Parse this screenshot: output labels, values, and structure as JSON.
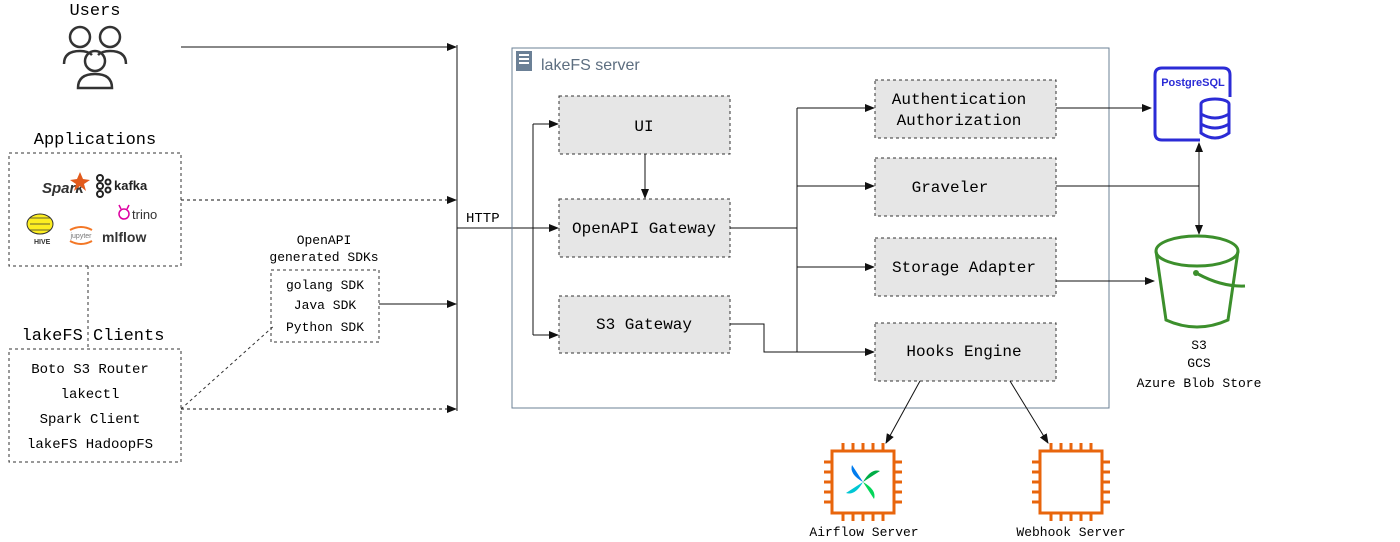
{
  "users": {
    "label": "Users"
  },
  "applications": {
    "label": "Applications",
    "logos": [
      "Spark",
      "kafka",
      "trino",
      "HIVE",
      "jupyter",
      "mlflow"
    ]
  },
  "clients": {
    "label": "lakeFS Clients",
    "items": [
      "Boto S3 Router",
      "lakectl",
      "Spark Client",
      "lakeFS HadoopFS"
    ]
  },
  "sdks": {
    "label_line1": "OpenAPI",
    "label_line2": "generated SDKs",
    "items": [
      "golang SDK",
      "Java SDK",
      "Python SDK"
    ]
  },
  "http_label": "HTTP",
  "server": {
    "title": "lakeFS server",
    "ui": "UI",
    "openapi_gateway": "OpenAPI Gateway",
    "s3_gateway": "S3 Gateway",
    "auth_line1": "Authentication",
    "auth_line2": "Authorization",
    "graveler": "Graveler",
    "storage_adapter": "Storage Adapter",
    "hooks_engine": "Hooks Engine"
  },
  "postgres": {
    "label": "PostgreSQL"
  },
  "storage": {
    "lines": [
      "S3",
      "GCS",
      "Azure Blob Store"
    ]
  },
  "airflow": {
    "label": "Airflow Server"
  },
  "webhook": {
    "label": "Webhook Server"
  },
  "colors": {
    "server_border": "#6b8096",
    "component_fill": "#e6e6e6",
    "postgres_blue": "#2b2bd6",
    "bucket_green": "#3c8f2c",
    "chip_orange": "#e8650c"
  }
}
